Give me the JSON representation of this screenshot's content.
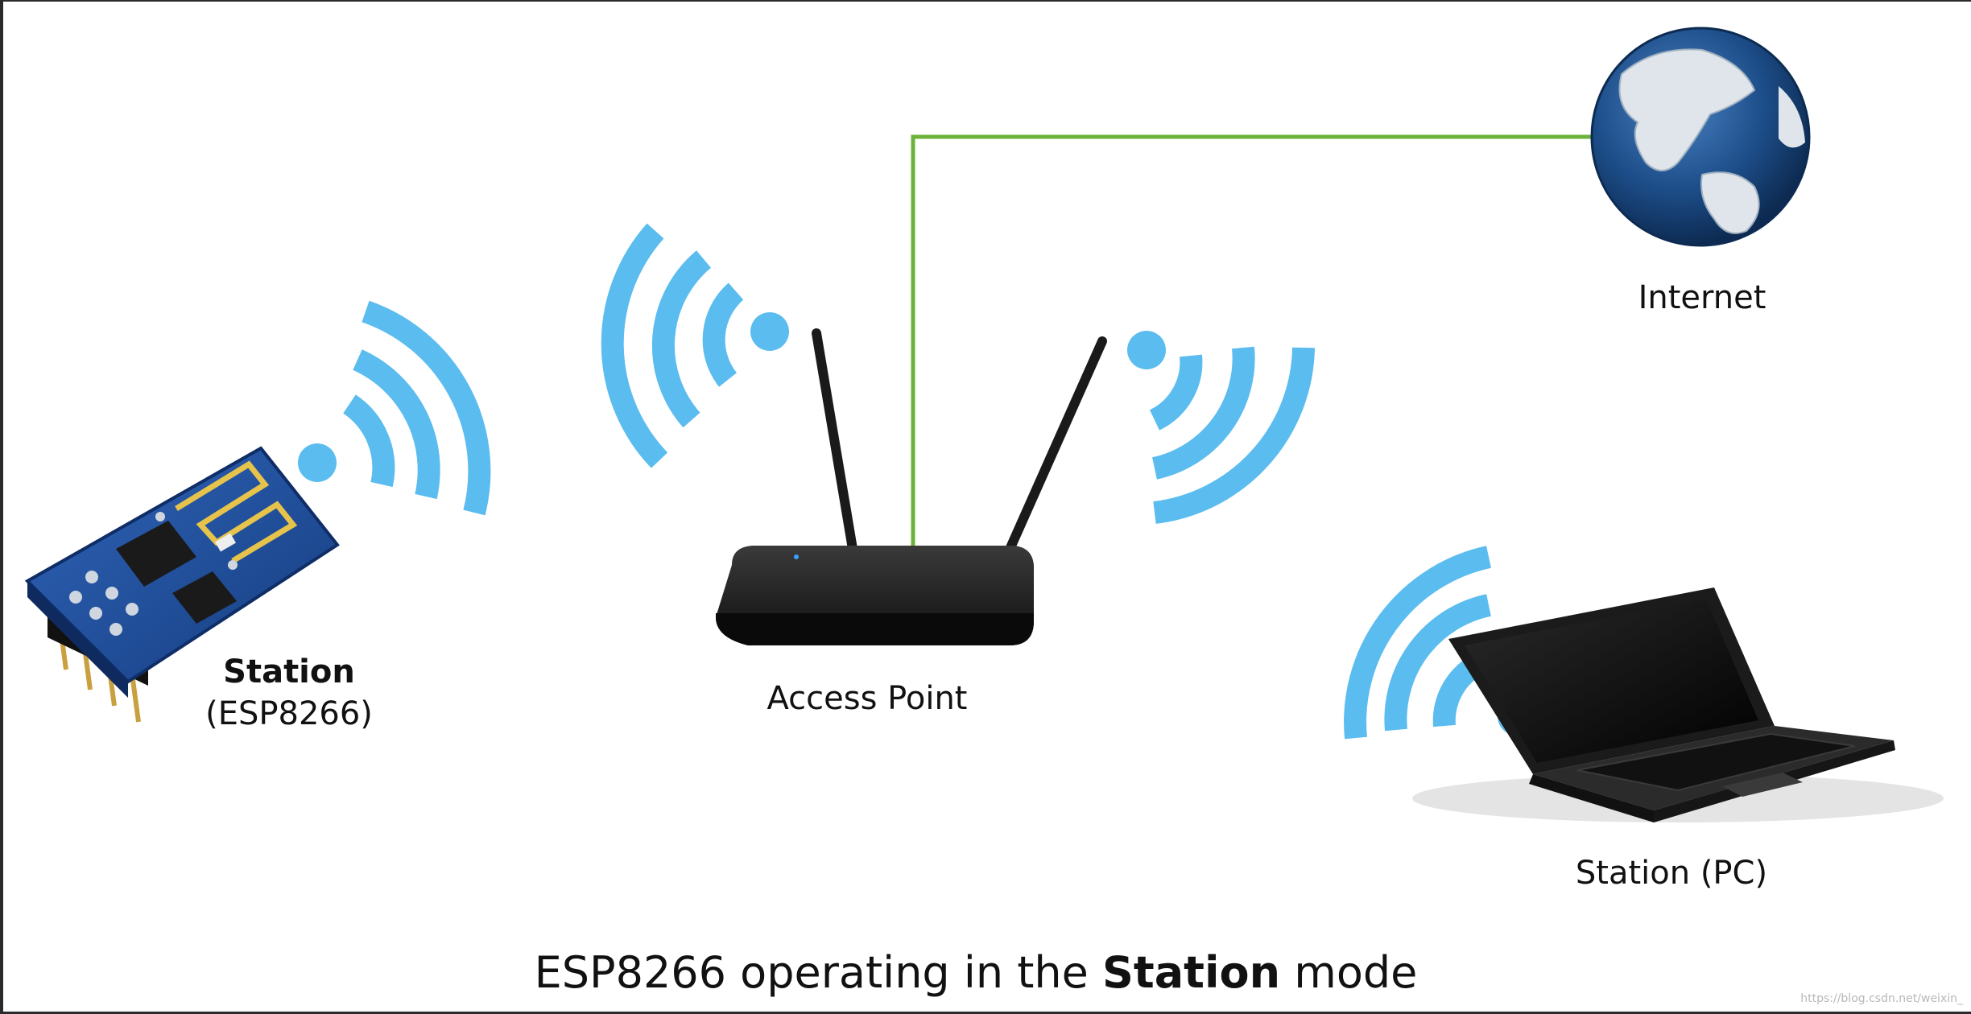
{
  "labels": {
    "esp_station_title": "Station",
    "esp_station_sub": "(ESP8266)",
    "access_point": "Access Point",
    "internet": "Internet",
    "pc_station": "Station (PC)"
  },
  "caption": {
    "prefix": "ESP8266 operating in the ",
    "emphasis": "Station",
    "suffix": " mode"
  },
  "watermark": "https://blog.csdn.net/weixin_",
  "colors": {
    "wifi": "#5bbcef",
    "link": "#6bb33a",
    "board": "#1f4d9a",
    "router": "#1c1c1c",
    "globe_ocean": "#1d4e8a",
    "globe_land": "#dfe5ea"
  },
  "icons": [
    "esp8266-board-icon",
    "router-icon",
    "globe-icon",
    "laptop-icon",
    "wifi-signal-icon"
  ]
}
